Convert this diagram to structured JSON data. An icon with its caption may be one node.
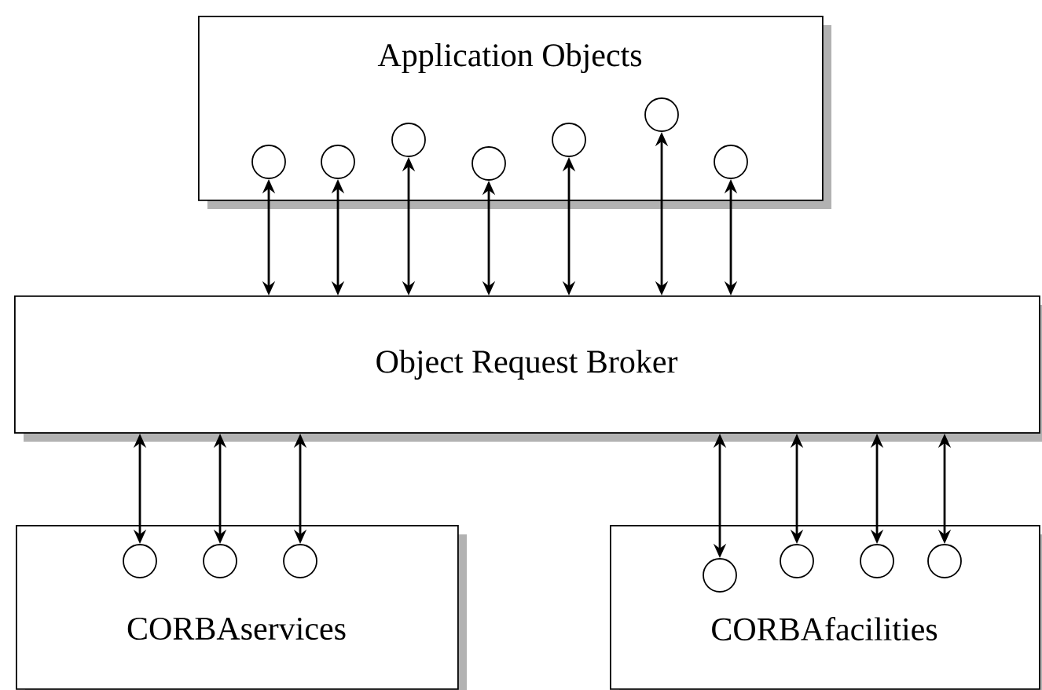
{
  "diagram": {
    "nodes": [
      {
        "text": [
          "Application Objects"
        ]
      },
      {
        "text": [],
        "shape": "circle",
        "in": 0
      },
      {
        "text": [],
        "shape": "circle",
        "in": 0
      },
      {
        "text": [],
        "shape": "circle",
        "in": 0
      },
      {
        "text": [],
        "shape": "circle",
        "in": 0
      },
      {
        "text": [],
        "shape": "circle",
        "in": 0
      },
      {
        "text": [],
        "shape": "circle",
        "in": 0
      },
      {
        "text": [],
        "shape": "circle",
        "in": 0
      },
      {
        "text": [
          "Object Request Broker"
        ]
      },
      {
        "text": [
          "CORBAservices"
        ]
      },
      {
        "text": [],
        "shape": "circle",
        "in": 9
      },
      {
        "text": [],
        "shape": "circle",
        "in": 9
      },
      {
        "text": [],
        "shape": "circle",
        "in": 9
      },
      {
        "text": [
          "CORBAfacilities"
        ]
      },
      {
        "text": [],
        "shape": "circle",
        "in": 13
      },
      {
        "text": [],
        "shape": "circle",
        "in": 13
      },
      {
        "text": [],
        "shape": "circle",
        "in": 13
      },
      {
        "text": [],
        "shape": "circle",
        "in": 13
      }
    ],
    "edges": [
      {
        "from": 1,
        "to": 8,
        "arrow": "both"
      },
      {
        "from": 2,
        "to": 8,
        "arrow": "both"
      },
      {
        "from": 3,
        "to": 8,
        "arrow": "both"
      },
      {
        "from": 4,
        "to": 8,
        "arrow": "both"
      },
      {
        "from": 5,
        "to": 8,
        "arrow": "both"
      },
      {
        "from": 6,
        "to": 8,
        "arrow": "both"
      },
      {
        "from": 7,
        "to": 8,
        "arrow": "both"
      },
      {
        "from": 10,
        "to": 8,
        "arrow": "both"
      },
      {
        "from": 11,
        "to": 8,
        "arrow": "both"
      },
      {
        "from": 12,
        "to": 8,
        "arrow": "both"
      },
      {
        "from": 14,
        "to": 8,
        "arrow": "both"
      },
      {
        "from": 15,
        "to": 8,
        "arrow": "both"
      },
      {
        "from": 16,
        "to": 8,
        "arrow": "both"
      },
      {
        "from": 17,
        "to": 8,
        "arrow": "both"
      }
    ]
  }
}
